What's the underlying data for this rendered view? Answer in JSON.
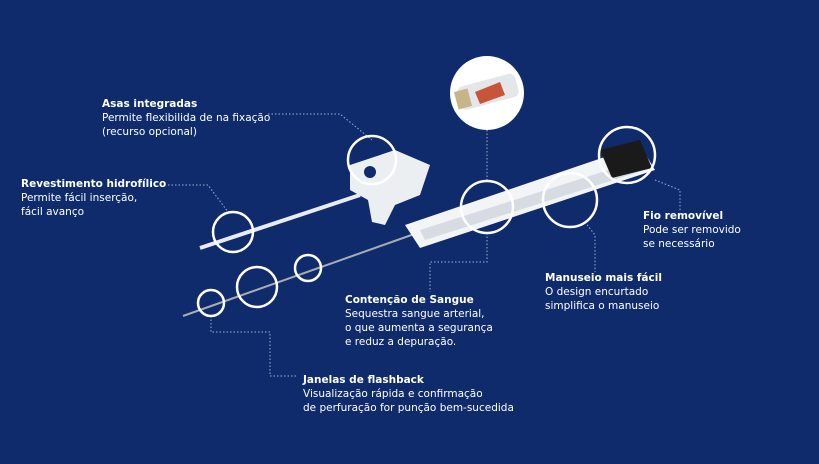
{
  "colors": {
    "background": "#0f2b6c",
    "text": "#ffffff",
    "device": "#eef0f2",
    "accent": "#c8553a"
  },
  "callouts": {
    "asas": {
      "title": "Asas integradas",
      "lines": [
        "Permite flexibilida de na fixação",
        "(recurso opcional)"
      ]
    },
    "revestimento": {
      "title": "Revestimento hidrofílico",
      "lines": [
        "Permite fácil inserção,",
        "fácil avanço"
      ]
    },
    "fio": {
      "title": "Fio removível",
      "lines": [
        "Pode ser removido",
        "se necessário"
      ]
    },
    "manuseio": {
      "title": "Manuseio mais fácil",
      "lines": [
        "O design encurtado",
        "simplifica o manuseio"
      ]
    },
    "contencao": {
      "title": "Contenção de Sangue",
      "lines": [
        "Sequestra sangue arterial,",
        "o que aumenta a segurança",
        "e reduz a depuração."
      ]
    },
    "janelas": {
      "title": "Janelas de flashback",
      "lines": [
        "Visualização rápida e confirmação",
        "de perfuração for punção bem-sucedida"
      ]
    }
  }
}
